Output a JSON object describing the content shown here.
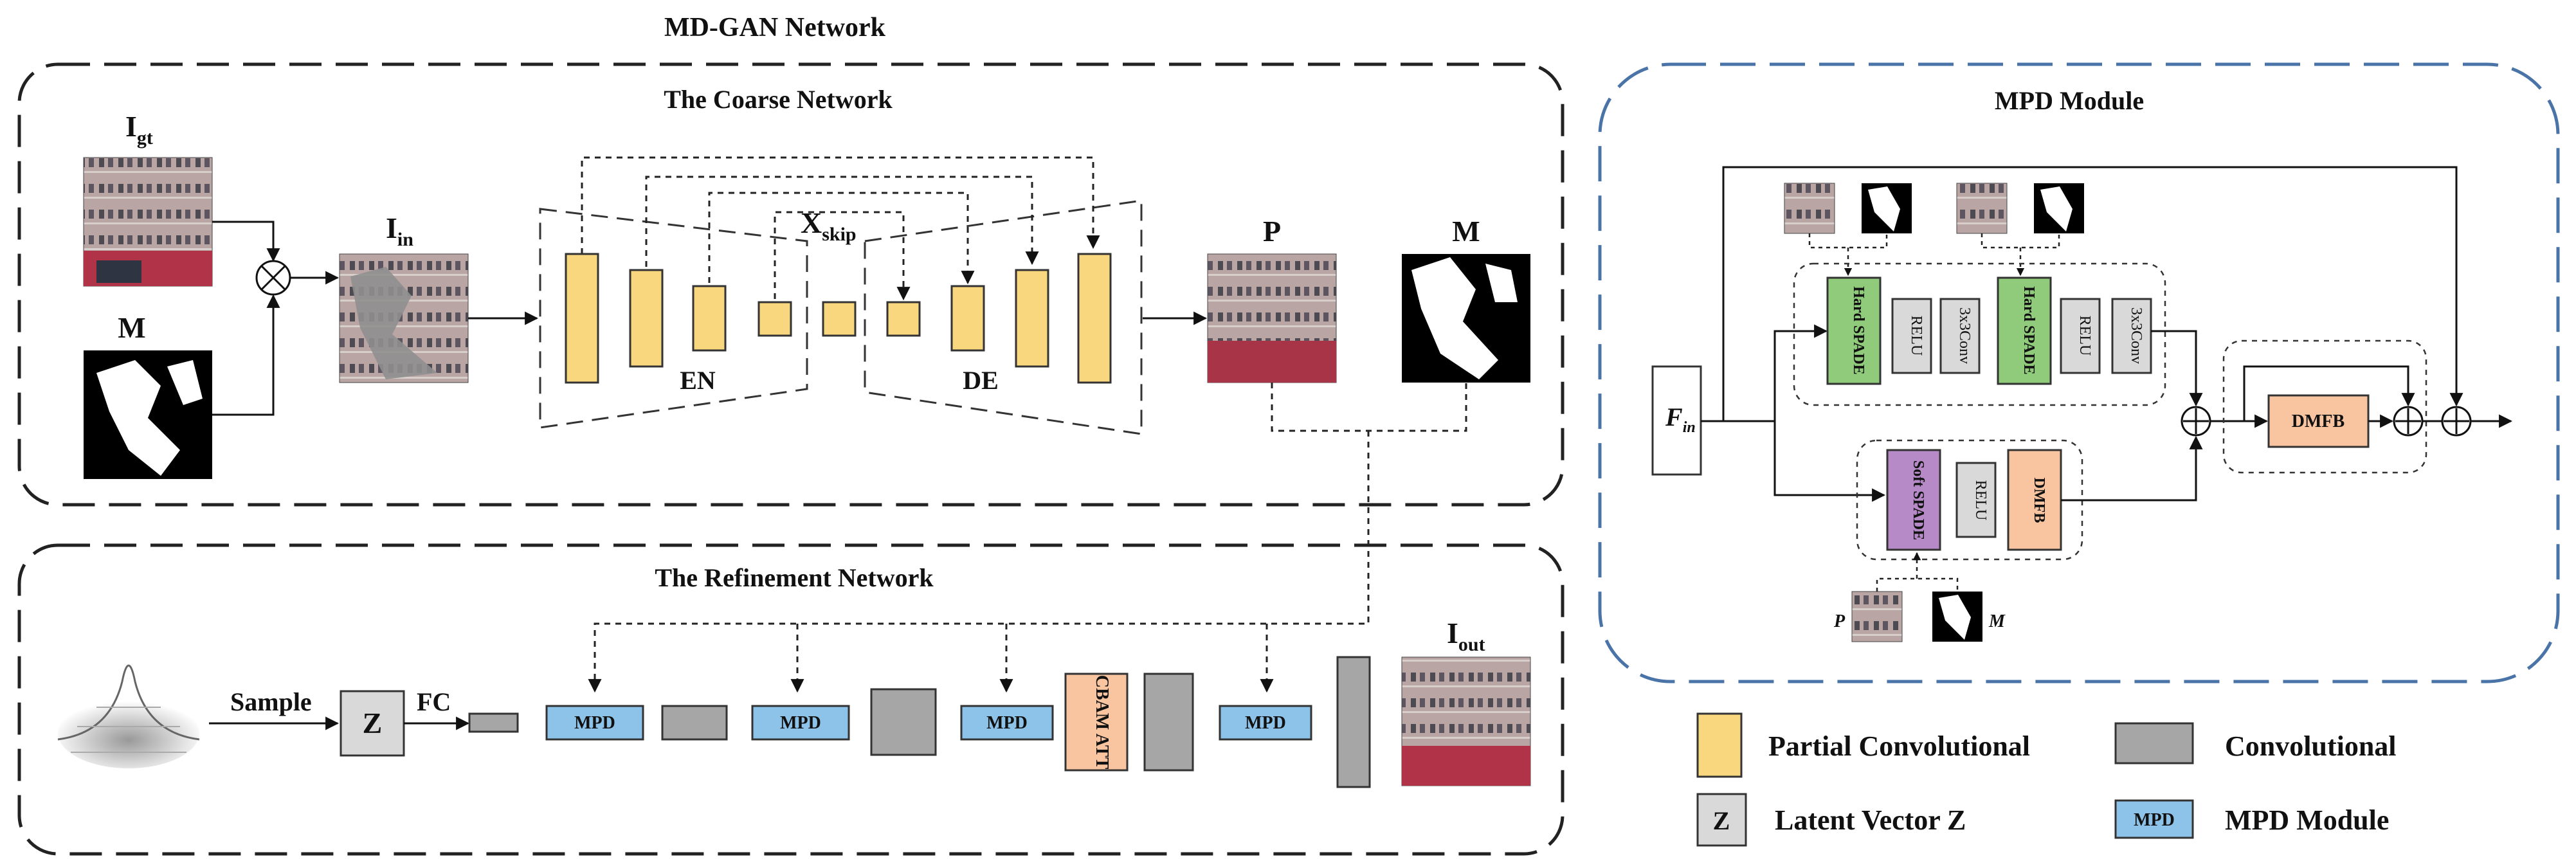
{
  "titles": {
    "main": "MD-GAN Network",
    "coarse": "The Coarse Network",
    "refinement": "The Refinement Network",
    "mpd": "MPD Module"
  },
  "coarse": {
    "igt": "I",
    "igt_sub": "gt",
    "mask": "M",
    "iin": "I",
    "iin_sub": "in",
    "xskip": "X",
    "xskip_sub": "skip",
    "en": "EN",
    "de": "DE",
    "p": "P",
    "m2": "M"
  },
  "refine": {
    "sample": "Sample",
    "z": "Z",
    "fc": "FC",
    "mpd": "MPD",
    "cbam": "CBAM ATT",
    "iout": "I",
    "iout_sub": "out"
  },
  "mpd_module": {
    "fin": "F",
    "fin_sub": "in",
    "hard_spade": "Hard SPADE",
    "relu": "RELU",
    "conv": "3x3Conv",
    "soft_spade": "Soft SPADE",
    "dmfb": "DMFB",
    "p": "P",
    "m": "M"
  },
  "legend": {
    "partial": "Partial Convolutional",
    "conv": "Convolutional",
    "latent": "Latent Vector Z",
    "z": "Z",
    "mpd_chip": "MPD",
    "mpd_module": "MPD Module"
  },
  "colors": {
    "partial_conv": "#F9D77E",
    "conv": "#A6A6A6",
    "mpd": "#8DC3E8",
    "cbam": "#F9C4A0",
    "hard_spade": "#8FCB7A",
    "soft_spade": "#B58AC6",
    "relu": "#D9D9D9",
    "dmfb": "#F9C4A0",
    "z_box": "#D9D9D9",
    "mpd_border": "#4A74A8"
  }
}
